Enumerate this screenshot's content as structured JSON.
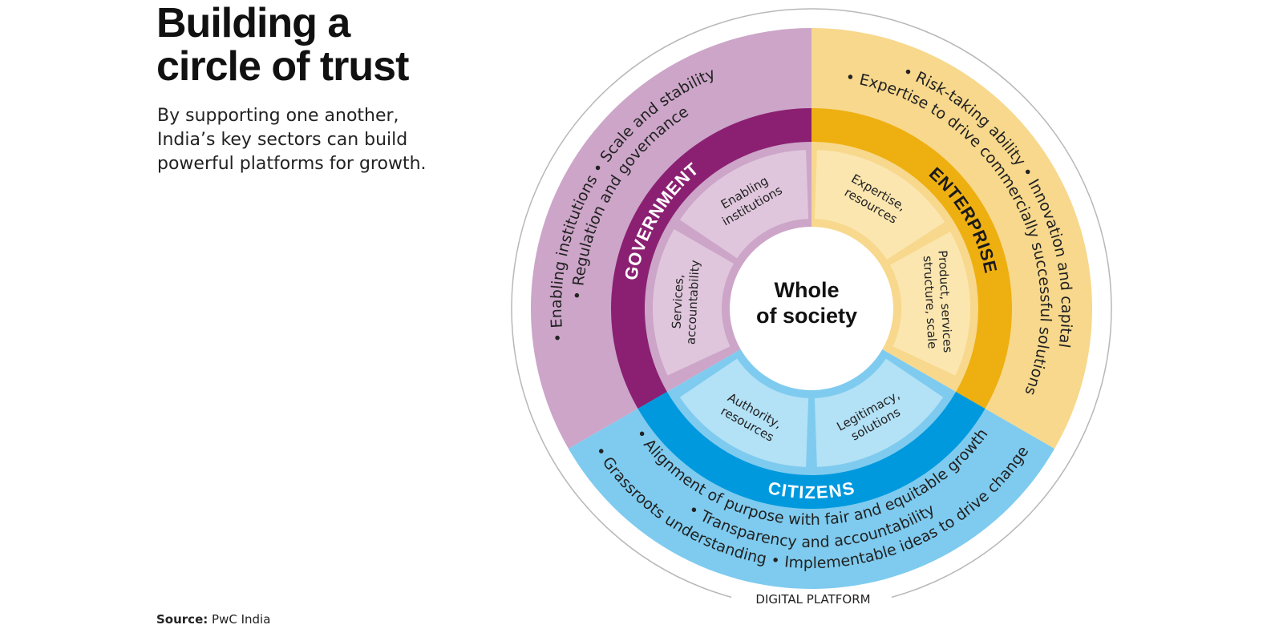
{
  "header": {
    "title_line1": "Building a",
    "title_line2": "circle of trust",
    "subtitle": "By supporting one another, India’s key sectors can build powerful platforms for growth."
  },
  "source": {
    "label": "Source:",
    "value": "PwC India"
  },
  "diagram": {
    "center": {
      "line1": "Whole",
      "line2": "of society"
    },
    "platform_label": "DIGITAL PLATFORM",
    "sectors": {
      "government": {
        "label": "GOVERNMENT",
        "outer_lines": [
          "• Enabling institutions • Scale and stability",
          "• Regulation and governance"
        ],
        "segments": [
          [
            "Enabling",
            "institutions"
          ],
          [
            "Services,",
            "accountability"
          ]
        ],
        "colors": {
          "light": "#cca5c8",
          "dark": "#8b2072",
          "segment": "#dfc6dc"
        }
      },
      "enterprise": {
        "label": "ENTERPRISE",
        "outer_lines": [
          "• Risk-taking ability • Innovation and capital",
          "• Expertise to drive commercially successful solutions"
        ],
        "segments": [
          [
            "Expertise,",
            "resources"
          ],
          [
            "Product, services",
            "structure, scale"
          ]
        ],
        "colors": {
          "light": "#f7d88c",
          "dark": "#eeaf10",
          "segment": "#fbe6b0"
        }
      },
      "citizens": {
        "label": "CITIZENS",
        "outer_lines": [
          "• Alignment of purpose with fair and equitable growth",
          "• Transparency and accountability",
          "• Grassroots understanding • Implementable ideas to drive change"
        ],
        "segments": [
          [
            "Authority,",
            "resources"
          ],
          [
            "Legitimacy,",
            "solutions"
          ]
        ],
        "colors": {
          "light": "#7ecbef",
          "dark": "#0099de",
          "segment": "#b3e1f6"
        }
      }
    }
  }
}
